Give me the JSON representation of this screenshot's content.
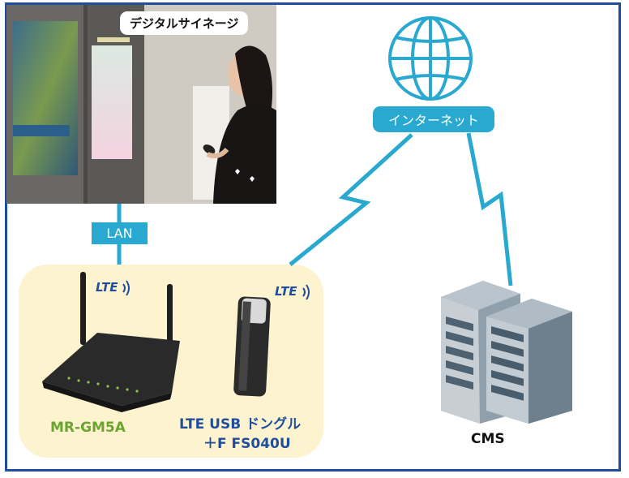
{
  "photo": {
    "title": "デジタルサイネージ"
  },
  "labels": {
    "lan": "LAN",
    "internet": "インターネット",
    "router": "MR-GM5A",
    "dongle_line1": "LTE USB ドングル",
    "dongle_line2": "＋F FS040U",
    "cms": "CMS",
    "lte": "LTE"
  },
  "colors": {
    "frame": "#1f4e9d",
    "accent": "#29a9cf",
    "router_label": "#6aa531",
    "dongle_label": "#1f4e9d",
    "highlight": "#fdf3cf"
  }
}
